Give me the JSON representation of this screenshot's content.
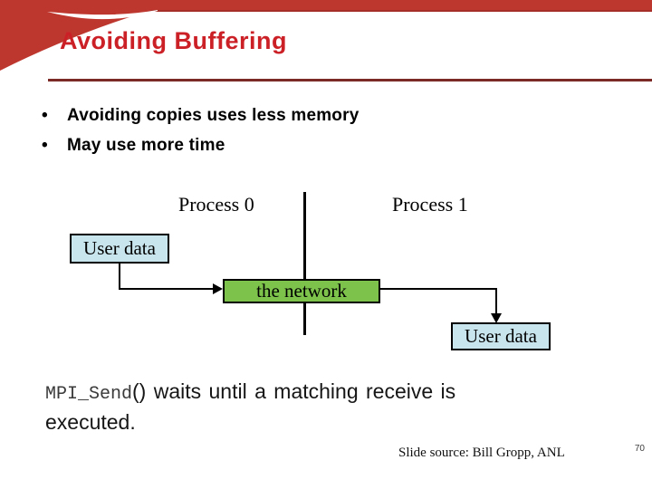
{
  "slide": {
    "title": "Avoiding Buffering",
    "bullet_char": "•",
    "bullets": [
      {
        "label": "Avoiding copies uses less memory"
      },
      {
        "label": "May use more time"
      }
    ],
    "diagram": {
      "process0_label": "Process 0",
      "process1_label": "Process 1",
      "user_data_left_label": "User data",
      "network_label": "the network",
      "user_data_right_label": "User data"
    },
    "caption": {
      "code": "MPI_Send",
      "text": "() waits until a matching receive is executed."
    },
    "footer": {
      "source": "Slide source: Bill Gropp, ANL",
      "page_number": "70"
    },
    "colors": {
      "corner_red": "#be372f",
      "title_red": "#cc2027",
      "rule_maroon": "#7b2a25",
      "user_data_box_fill": "#c8e4ec",
      "network_box_fill": "#7dc24b"
    }
  }
}
